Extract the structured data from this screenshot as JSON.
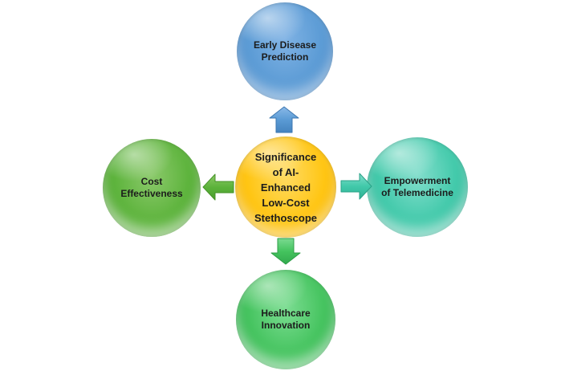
{
  "diagram": {
    "type": "radial-cycle",
    "background_color": "#ffffff",
    "text_color": "#1c1c1c",
    "center": {
      "label": "Significance\nof AI-\nEnhanced\nLow-Cost\nStethoscope",
      "fill_color": "#ffc512"
    },
    "nodes": [
      {
        "position": "top",
        "label": "Early Disease\nPrediction",
        "fill_color": "#5b9bd5",
        "arrow": {
          "direction": "up",
          "color": "#5b9bd5"
        }
      },
      {
        "position": "right",
        "label": "Empowerment\nof Telemedicine",
        "fill_color": "#41c9aa",
        "arrow": {
          "direction": "right",
          "color": "#41c9aa"
        }
      },
      {
        "position": "bottom",
        "label": "Healthcare\nInnovation",
        "fill_color": "#44c35e",
        "arrow": {
          "direction": "down",
          "color": "#44c35e"
        }
      },
      {
        "position": "left",
        "label": "Cost\nEffectiveness",
        "fill_color": "#5cb33b",
        "arrow": {
          "direction": "left",
          "color": "#5cb33b"
        }
      }
    ]
  }
}
